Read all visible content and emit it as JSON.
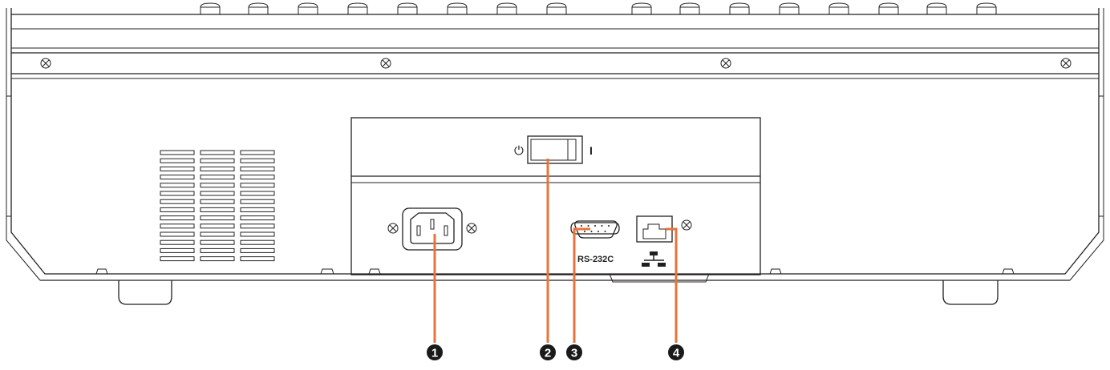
{
  "switch_symbols": {
    "off": "⏻",
    "on": "I"
  },
  "port_label": "RS-232C",
  "network_symbol": "network-icon",
  "callouts": [
    {
      "number": "1",
      "target": "ac-inlet"
    },
    {
      "number": "2",
      "target": "power-switch"
    },
    {
      "number": "3",
      "target": "rs-232c-port"
    },
    {
      "number": "4",
      "target": "network-port"
    }
  ],
  "colors": {
    "callout_line": "#e8743b",
    "badge": "#1a1a1a",
    "outline": "#231f20"
  }
}
